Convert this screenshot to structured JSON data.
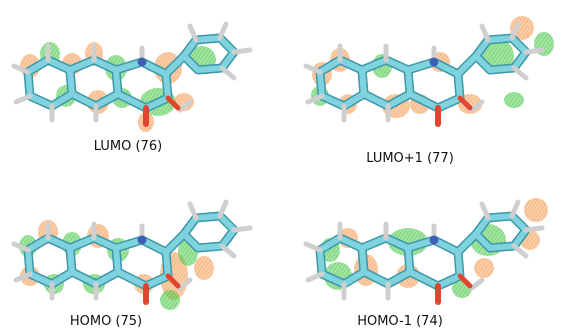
{
  "panels": [
    {
      "id": "lumo",
      "label": "LUMO (76)"
    },
    {
      "id": "lumo1",
      "label": "LUMO+1 (77)"
    },
    {
      "id": "homo",
      "label": "HOMO (75)"
    },
    {
      "id": "homo1",
      "label": "HOMO-1 (74)"
    }
  ],
  "colors": {
    "bond": "#6fc6d3",
    "bond_shadow": "#3c97a8",
    "hydrogen": "#f2f2f2",
    "nitrogen": "#3f5fb5",
    "oxygen": "#e0452f",
    "lobe_orange": "#f59a52",
    "lobe_green": "#3fc542"
  }
}
